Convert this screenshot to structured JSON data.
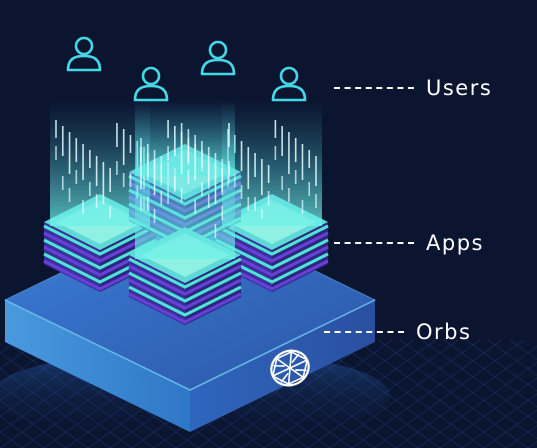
{
  "labels": {
    "users": "Users",
    "apps": "Apps",
    "orbs": "Orbs"
  },
  "colors": {
    "background": "#0b1530",
    "accent_cyan": "#45d8e6",
    "platform_blue": "#2f6fc4",
    "stack_stripe": "#4fe3d4",
    "stack_purple": "#6a3fd6",
    "label_text": "#ffffff"
  },
  "icons": {
    "user": "user-icon",
    "orbs_logo": "orbs-logo-icon"
  }
}
